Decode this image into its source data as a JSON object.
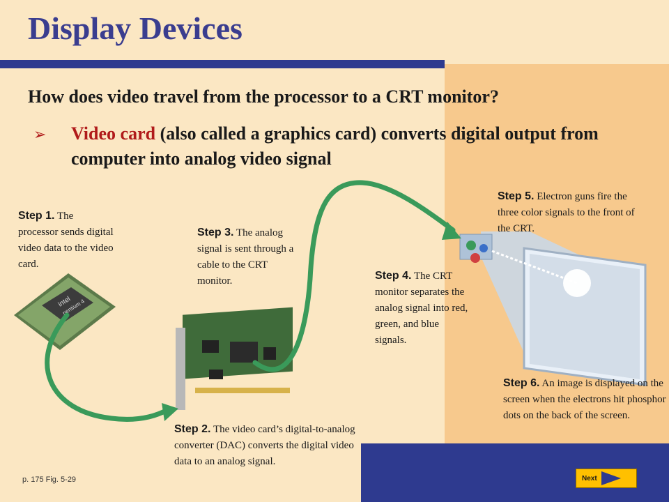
{
  "slide": {
    "title": "Display Devices",
    "question": "How does video travel from the processor to a CRT monitor?",
    "bullet": {
      "highlight": "Video card",
      "rest": " (also called a graphics card) converts digital output from computer into analog video signal"
    }
  },
  "steps": [
    {
      "label": "Step 1.",
      "text": " The processor sends digital video data to the video card."
    },
    {
      "label": "Step 2.",
      "text": " The video card’s digital-to-analog converter (DAC) converts the digital video data to an analog signal."
    },
    {
      "label": "Step 3.",
      "text": " The analog signal is sent through a cable to the CRT monitor."
    },
    {
      "label": "Step 4.",
      "text": " The CRT monitor separates the analog signal into red, green, and blue signals."
    },
    {
      "label": "Step 5.",
      "text": " Electron guns fire the three color signals to the front of the CRT."
    },
    {
      "label": "Step 6.",
      "text": " An image is displayed on the screen when the electrons hit phosphor dots on the back of the screen."
    }
  ],
  "chip_text": {
    "brand": "intel",
    "model": "pentium 4"
  },
  "reference": "p. 175 Fig. 5-29",
  "nav": {
    "next_label": "Next"
  },
  "colors": {
    "title": "#3a3d8f",
    "accent_red": "#b01a1a",
    "arrow_green": "#3a9a5a",
    "bar_blue": "#2e3a8f",
    "button": "#ffc000"
  },
  "icons": {
    "bullet": "arrow-right-icon",
    "next": "play-arrow-icon"
  }
}
